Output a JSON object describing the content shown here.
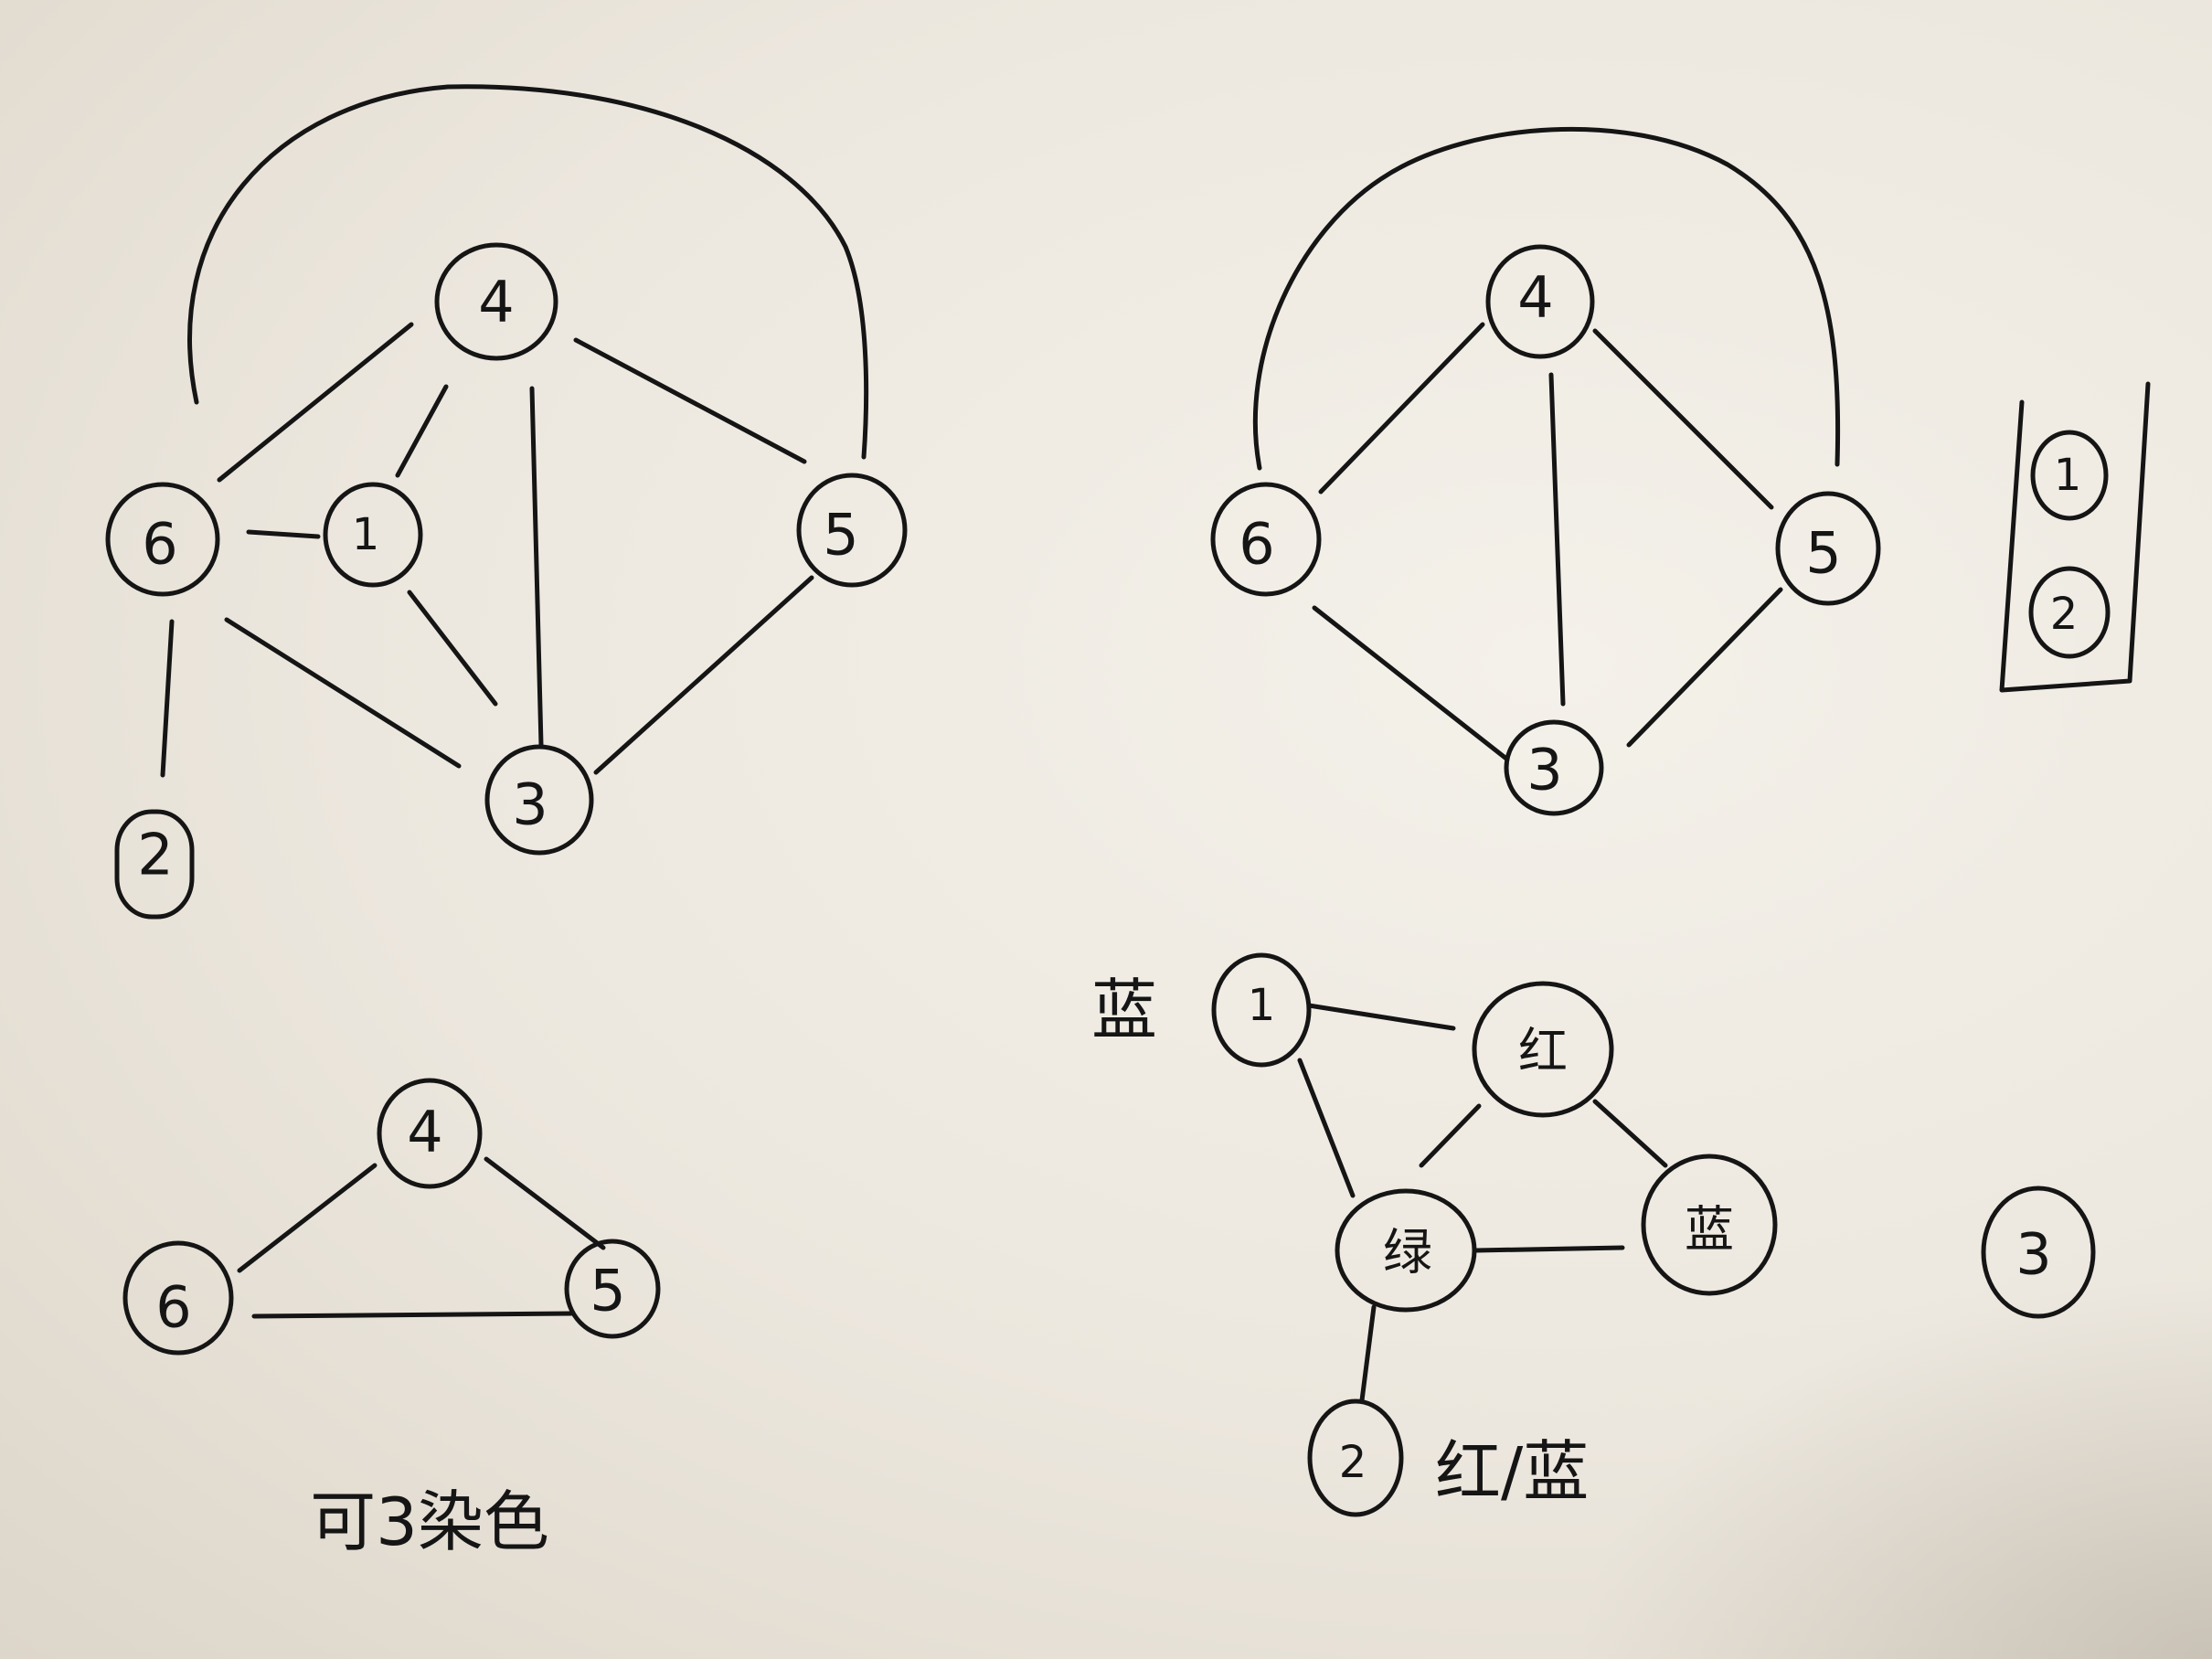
{
  "ink_color": "#151515",
  "paper_color": "#efebe3",
  "graph_a": {
    "nodes": {
      "n4": "4",
      "n6": "6",
      "n1": "1",
      "n5": "5",
      "n3": "3",
      "n2": "2"
    }
  },
  "graph_b": {
    "nodes": {
      "n4": "4",
      "n6": "6",
      "n5": "5",
      "n3": "3"
    },
    "removed": {
      "n1": "1",
      "n2": "2"
    }
  },
  "graph_c": {
    "nodes": {
      "n4": "4",
      "n6": "6",
      "n5": "5"
    },
    "caption": "可3染色"
  },
  "graph_d": {
    "nodes": {
      "n1": "1",
      "red": "红",
      "green": "绿",
      "blue": "蓝",
      "n2": "2"
    },
    "label_blue": "蓝",
    "label_red_blue": "红/蓝",
    "isolated": "3"
  }
}
